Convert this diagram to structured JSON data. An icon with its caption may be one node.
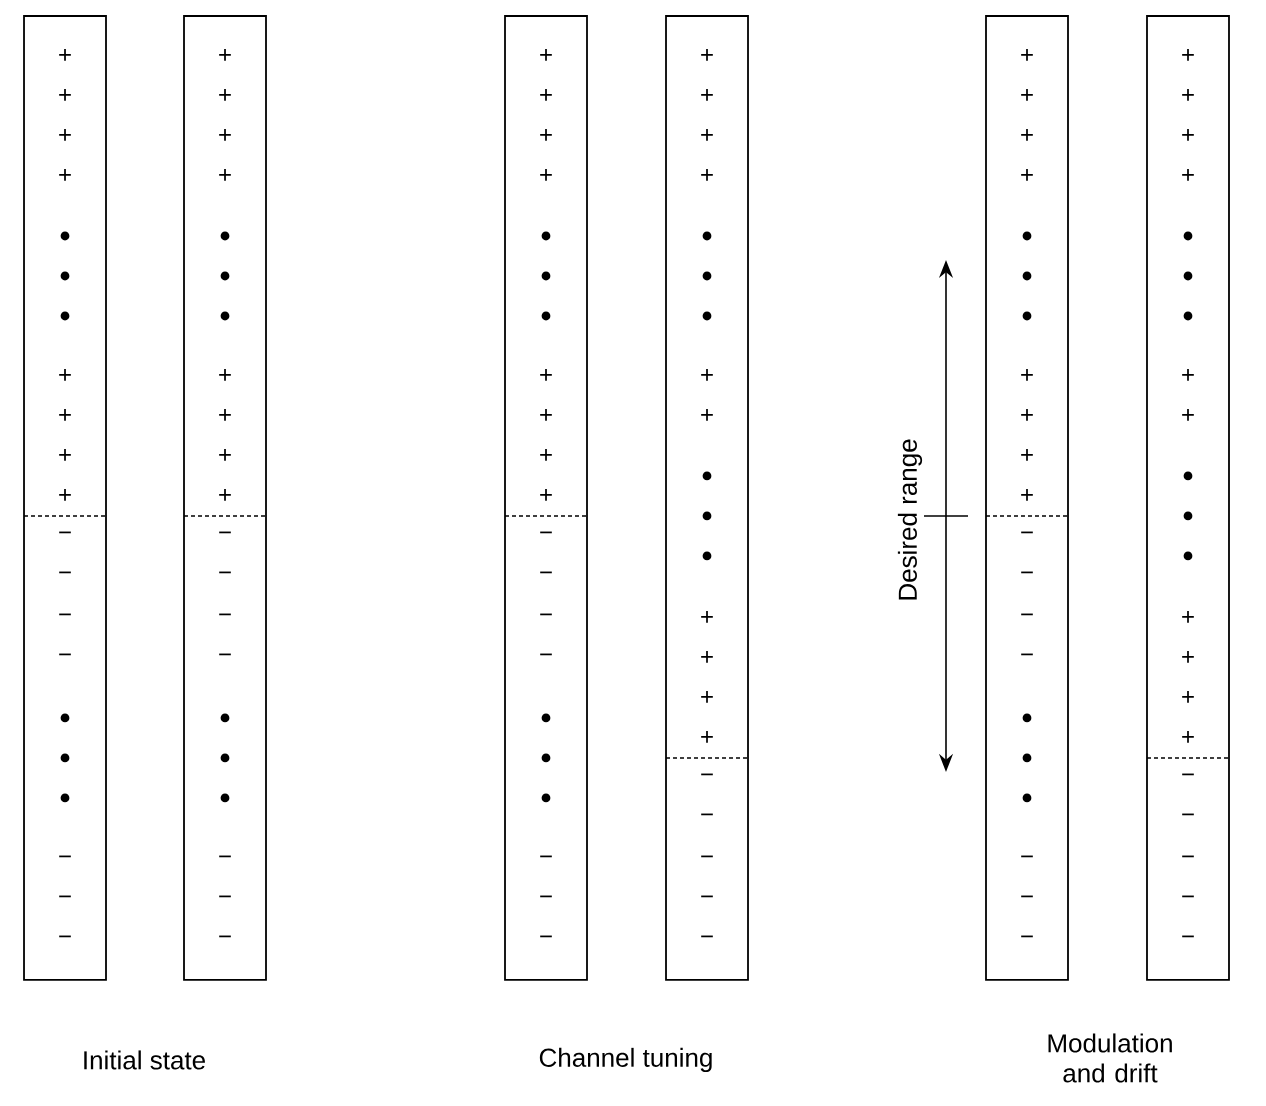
{
  "diagram": {
    "nodes": [
      {
        "text": [
          "+",
          "+",
          "+",
          "+",
          "+",
          "+",
          "+",
          "+",
          "−",
          "−",
          "−",
          "−",
          "−",
          "−",
          "−"
        ]
      },
      {
        "text": [
          "+",
          "+",
          "+",
          "+",
          "+",
          "+",
          "+",
          "+",
          "−",
          "−",
          "−",
          "−",
          "−",
          "−",
          "−"
        ]
      },
      {
        "text": [
          "+",
          "+",
          "+",
          "+",
          "+",
          "+",
          "+",
          "+",
          "−",
          "−",
          "−",
          "−",
          "−",
          "−",
          "−"
        ]
      },
      {
        "text": [
          "+",
          "+",
          "+",
          "+",
          "+",
          "+",
          "+",
          "+",
          "+",
          "+",
          "−",
          "−",
          "−",
          "−",
          "−"
        ]
      },
      {
        "text": [
          "+",
          "+",
          "+",
          "+",
          "+",
          "+",
          "+",
          "+",
          "−",
          "−",
          "−",
          "−",
          "−",
          "−",
          "−"
        ]
      },
      {
        "text": [
          "+",
          "+",
          "+",
          "+",
          "+",
          "+",
          "+",
          "+",
          "+",
          "+",
          "−",
          "−",
          "−",
          "−",
          "−"
        ]
      }
    ],
    "labels": [
      "Desired range",
      "Initial state",
      "Channel tuning",
      "Modulation and drift"
    ]
  }
}
